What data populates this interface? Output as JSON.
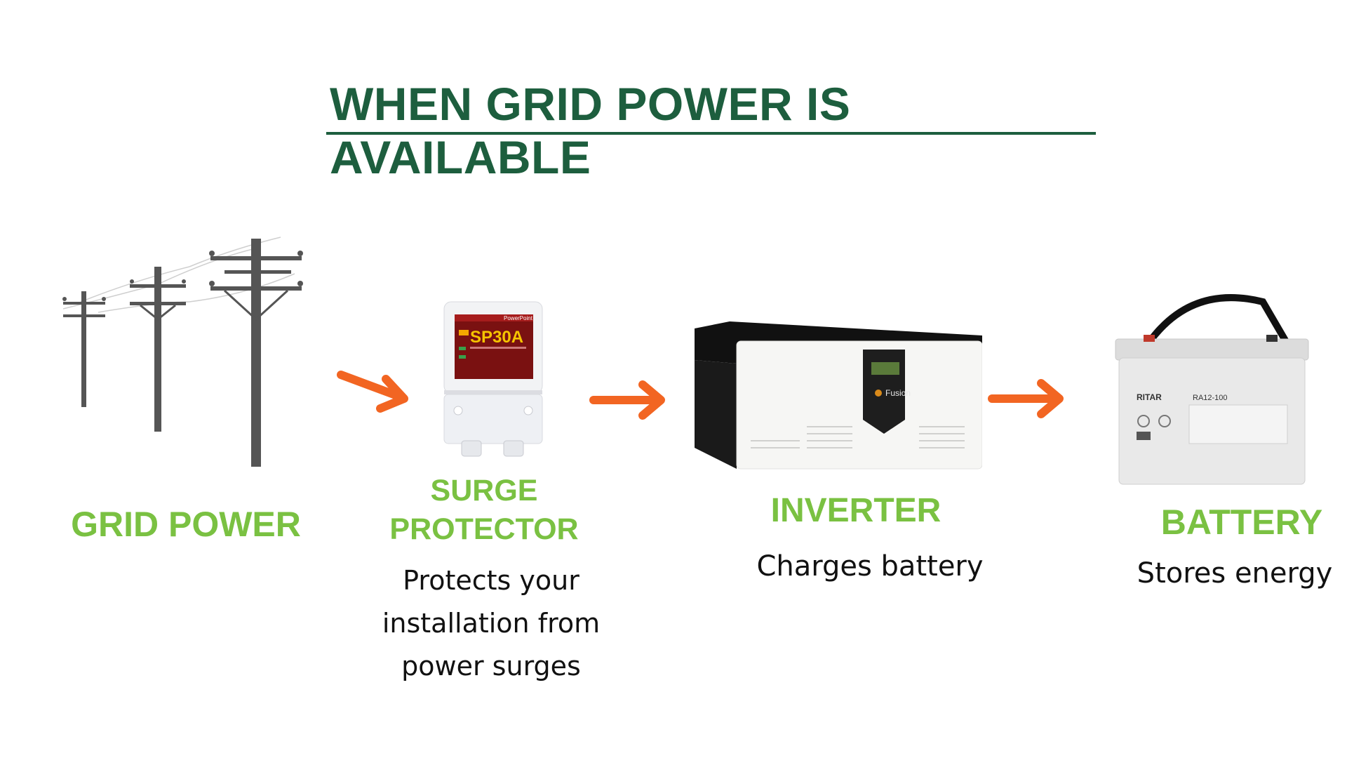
{
  "title": "WHEN GRID POWER IS AVAILABLE",
  "colors": {
    "title": "#1d5e3e",
    "label": "#7ac142",
    "arrow": "#f26522",
    "pole": "#555555"
  },
  "stages": [
    {
      "label": "GRID POWER",
      "description": "",
      "icon": "power-poles-icon"
    },
    {
      "label": "SURGE PROTECTOR",
      "description": "Protects your installation from power surges",
      "icon": "surge-protector-image",
      "device_text": "SP30A",
      "brand": "PowerPoint"
    },
    {
      "label": "INVERTER",
      "description": "Charges battery",
      "icon": "inverter-image",
      "brand": "Fusion"
    },
    {
      "label": "BATTERY",
      "description": "Stores energy",
      "icon": "battery-image",
      "brand": "RITAR",
      "model": "RA12-100"
    }
  ],
  "arrows": [
    "grid-to-surge",
    "surge-to-inverter",
    "inverter-to-battery"
  ]
}
